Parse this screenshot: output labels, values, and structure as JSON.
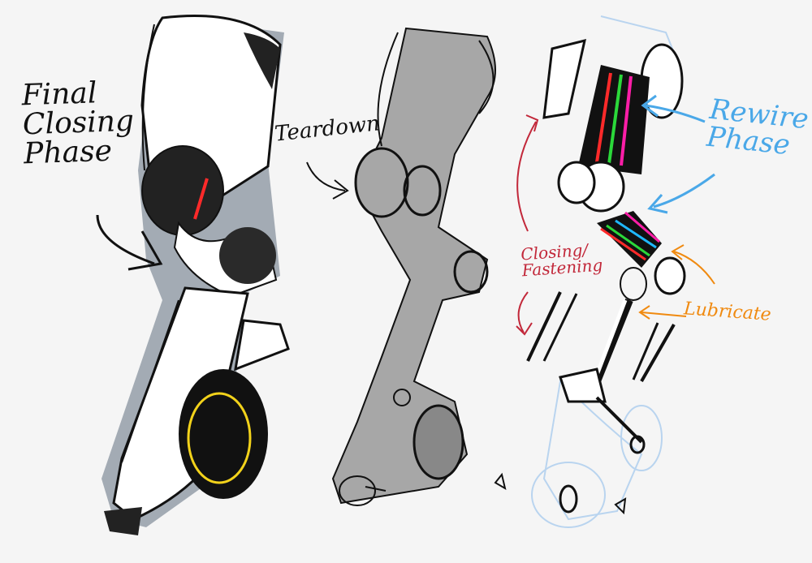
{
  "labels": {
    "final_closing_phase": "Final\nClosing\nPhase",
    "teardown": "Teardown",
    "rewire_phase": "Rewire\nPhase",
    "closing_fastening": "Closing/\nFastening",
    "lubricate": "Lubricate"
  },
  "colors": {
    "background": "#f5f5f5",
    "ink": "#111111",
    "rewire_blue": "#4aa8e8",
    "closing_red": "#c2283a",
    "lubricate_orange": "#f08a10",
    "wire_red": "#ff2a2a",
    "wire_green": "#2bd83a",
    "wire_magenta": "#ff1ea8",
    "wire_blue": "#1fb8ff",
    "tire_yellow": "#f2d21b",
    "shadow_blue_gray": "#9aa3ad",
    "teardown_gray": "#a7a7a7"
  },
  "icons": {
    "arrow_final": "curved-arrow-icon",
    "arrow_teardown": "curved-arrow-icon",
    "arrow_rewire_1": "pointer-arrow-icon",
    "arrow_rewire_2": "pointer-arrow-icon",
    "arrow_closing_up": "curved-arrow-icon",
    "arrow_closing_down": "curved-arrow-icon",
    "arrow_lubricate": "pointer-arrow-icon"
  }
}
